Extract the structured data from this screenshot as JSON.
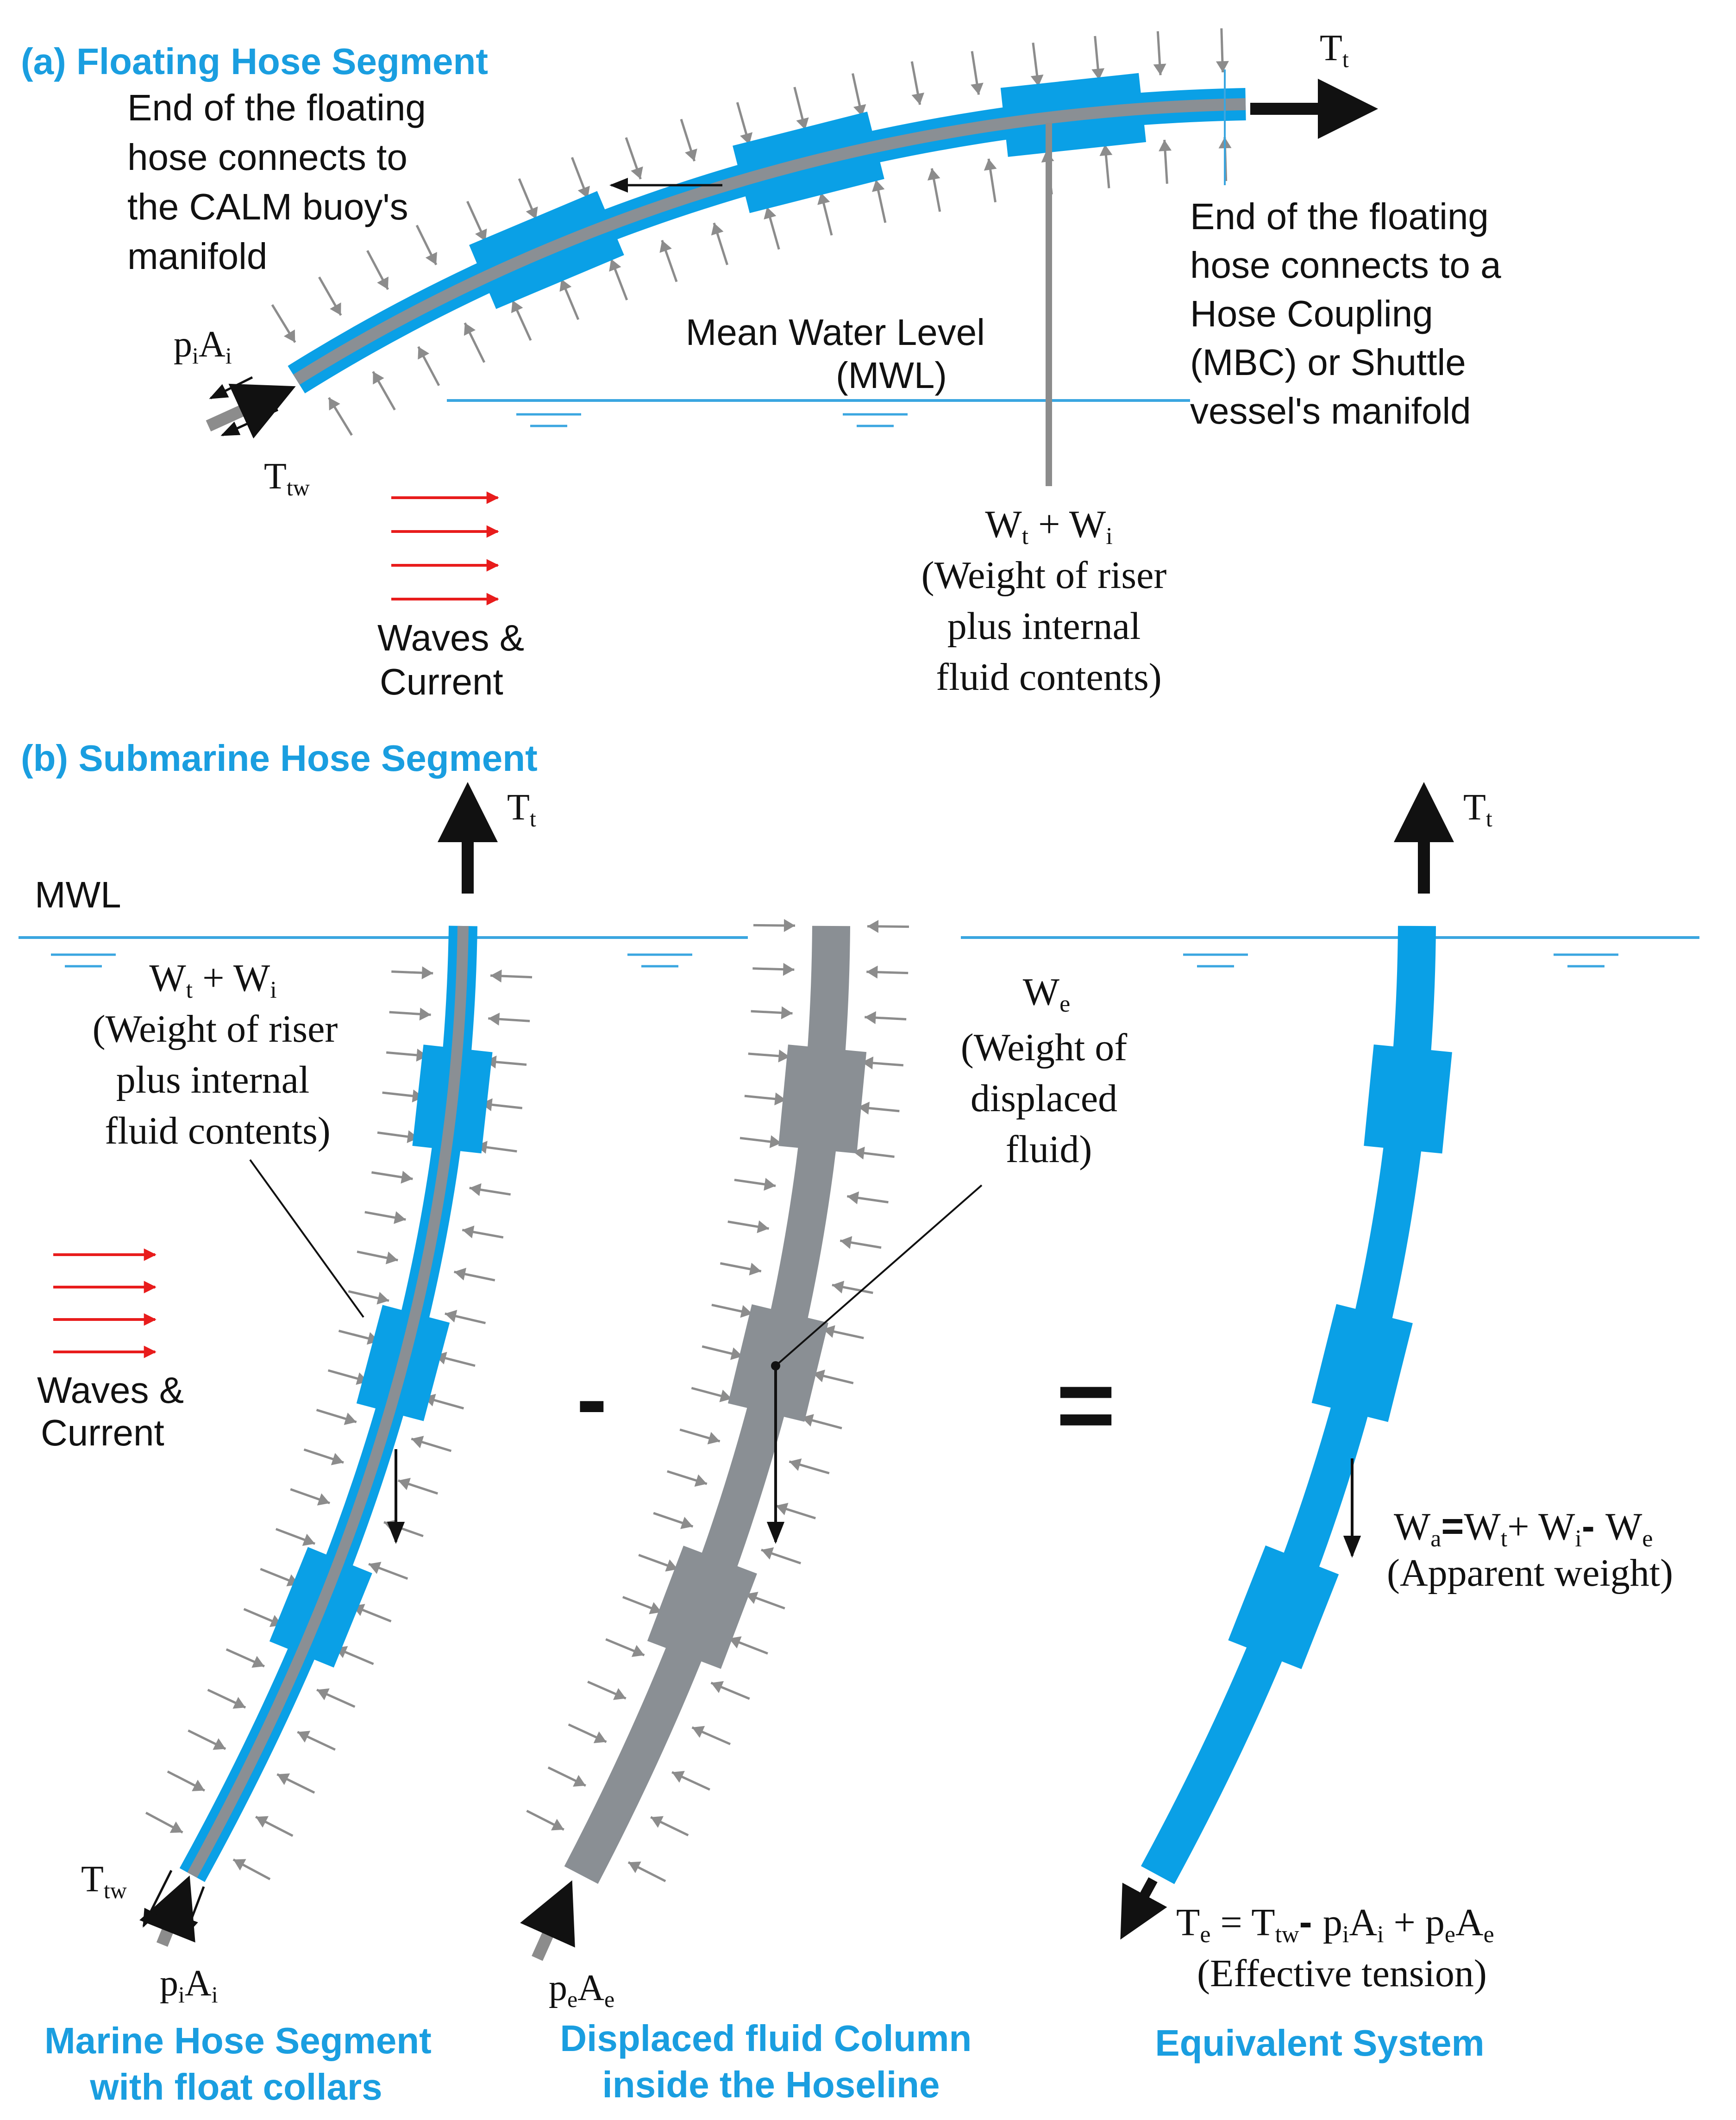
{
  "colors": {
    "hose_blue": "#0aa0e6",
    "core_gray": "#8a8f94",
    "water_line": "#3aa6e0",
    "wave_red": "#e81c1c",
    "arrow_gray": "#8c8c8c",
    "title_blue": "#1a9ee0"
  },
  "panel_a": {
    "title": "(a) Floating Hose Segment",
    "left_end_note": [
      "End of the floating",
      "hose connects to",
      "the CALM buoy's",
      "manifold"
    ],
    "right_end_note": [
      "End of the floating",
      "hose connects to a",
      "Hose Coupling",
      "(MBC) or Shuttle",
      "vessel's manifold"
    ],
    "mwl_label": [
      "Mean Water Level",
      "(MWL)"
    ],
    "tension_top": {
      "main": "T",
      "sub": "t"
    },
    "tension_bottom": {
      "main": "T",
      "sub": "tw"
    },
    "pressure_label": {
      "p": "p",
      "p_sub": "i",
      "a": "A",
      "a_sub": "i"
    },
    "weight_label": {
      "w1": "W",
      "w1_sub": "t",
      "plus": " + ",
      "w2": "W",
      "w2_sub": "i"
    },
    "weight_note": [
      "(Weight of riser",
      "plus internal",
      "fluid contents)"
    ],
    "waves_label": [
      "Waves &",
      "Current"
    ]
  },
  "panel_b": {
    "title": "(b) Submarine Hose Segment",
    "mwl_label": "MWL",
    "tension_top": {
      "main": "T",
      "sub": "t"
    },
    "weight_label": {
      "w1": "W",
      "w1_sub": "t",
      "plus": " + ",
      "w2": "W",
      "w2_sub": "i"
    },
    "weight_note": [
      "(Weight of riser",
      "plus internal",
      "fluid contents)"
    ],
    "waves_label": [
      "Waves &",
      "Current"
    ],
    "bottom_tension": {
      "main": "T",
      "sub": "tw"
    },
    "bottom_pressure": {
      "p": "p",
      "p_sub": "i",
      "a": "A",
      "a_sub": "i"
    },
    "minus_sign": "-",
    "equals_sign": "=",
    "displaced_weight": {
      "main": "W",
      "sub": "e"
    },
    "displaced_note": [
      "(Weight of",
      "displaced",
      "fluid)"
    ],
    "displaced_pressure": {
      "p": "p",
      "p_sub": "e",
      "a": "A",
      "a_sub": "e"
    },
    "equiv_top_tension": {
      "main": "T",
      "sub": "t"
    },
    "apparent_weight": {
      "w": "W",
      "w_sub": "a",
      "eq": "=",
      "w1": "W",
      "w1_sub": "t",
      "plus": "+ ",
      "w2": "W",
      "w2_sub": "i",
      "minus": "- ",
      "w3": "W",
      "w3_sub": "e"
    },
    "apparent_note": "(Apparent weight)",
    "effective_tension": {
      "t": "T",
      "t_sub": "e",
      "eq": " = ",
      "t2": "T",
      "t2_sub": "tw",
      "minus": "- ",
      "p1": "p",
      "p1_sub": "i",
      "a1": "A",
      "a1_sub": "i",
      "plus": " + ",
      "p2": "p",
      "p2_sub": "e",
      "a2": "A",
      "a2_sub": "e"
    },
    "effective_note": "(Effective tension)",
    "caption_left": [
      "Marine Hose Segment",
      "with float collars"
    ],
    "caption_mid": [
      "Displaced fluid Column",
      "inside the Hoseline"
    ],
    "caption_right": "Equivalent System"
  }
}
